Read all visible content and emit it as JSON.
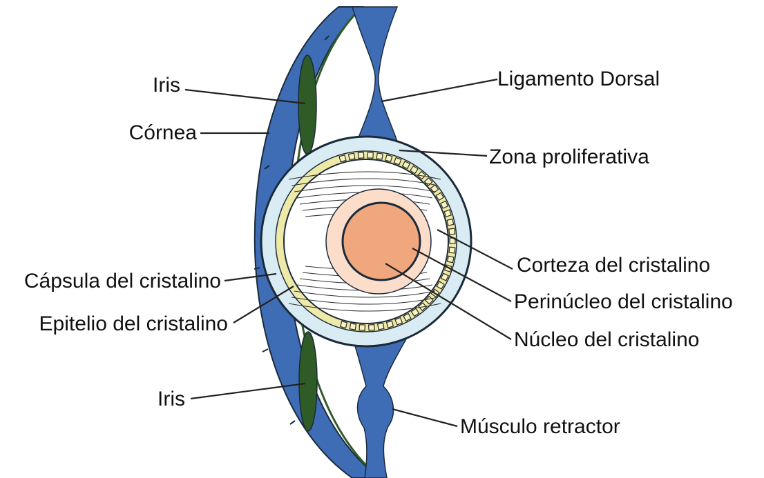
{
  "labels": {
    "iris_top": "Iris",
    "cornea": "Córnea",
    "capsule": "Cápsula del cristalino",
    "epithelium": "Epitelio del cristalino",
    "iris_bottom": "Iris",
    "dorsal_ligament": "Ligamento Dorsal",
    "proliferative_zone": "Zona proliferativa",
    "cortex": "Corteza del cristalino",
    "perinucleus": "Perinúcleo del cristalino",
    "nucleus": "Núcleo del cristalino",
    "retractor_muscle": "Músculo retractor"
  },
  "colors": {
    "cornea_blue": "#3e6db5",
    "iris_green": "#2f5b27",
    "capsule_light_blue": "#d9ecf4",
    "epithelium_yellow": "#efe9a8",
    "nucleus_fill": "#f0a77e",
    "perinucleus_fill": "#fbddca",
    "outline": "#1a2a3a"
  }
}
